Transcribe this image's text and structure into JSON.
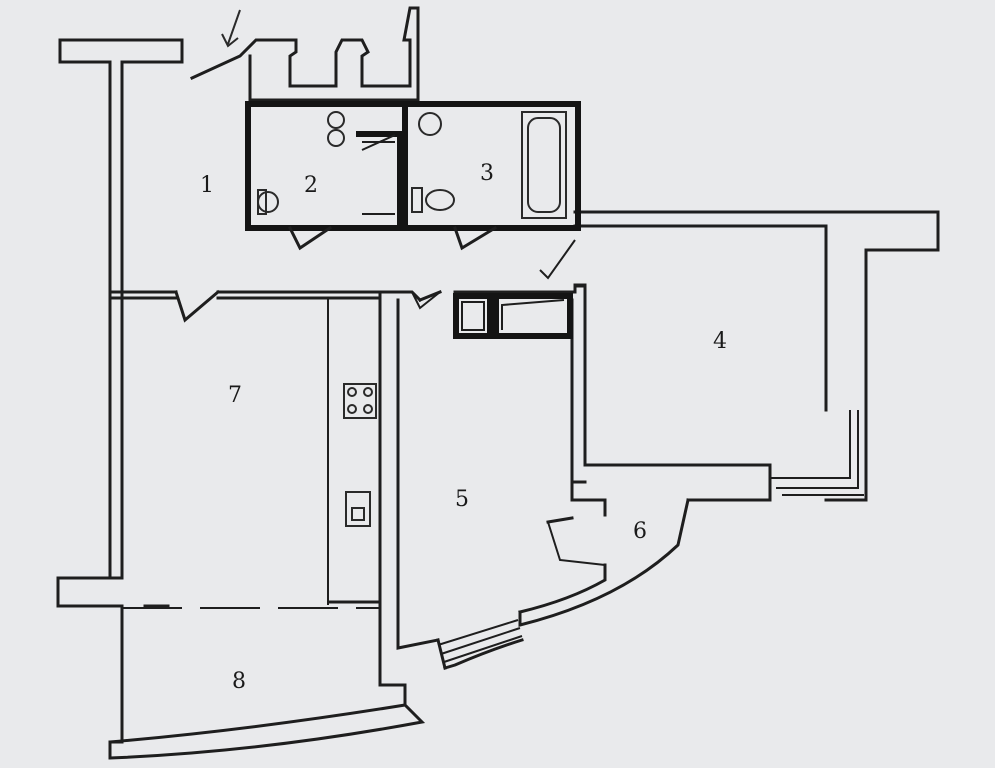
{
  "plan": {
    "rooms": [
      {
        "id": "1",
        "label": "1"
      },
      {
        "id": "2",
        "label": "2"
      },
      {
        "id": "3",
        "label": "3"
      },
      {
        "id": "4",
        "label": "4"
      },
      {
        "id": "5",
        "label": "5"
      },
      {
        "id": "6",
        "label": "6"
      },
      {
        "id": "7",
        "label": "7"
      },
      {
        "id": "8",
        "label": "8"
      }
    ],
    "colors": {
      "background": "#e9eaec",
      "line": "#1e1e1e"
    }
  }
}
